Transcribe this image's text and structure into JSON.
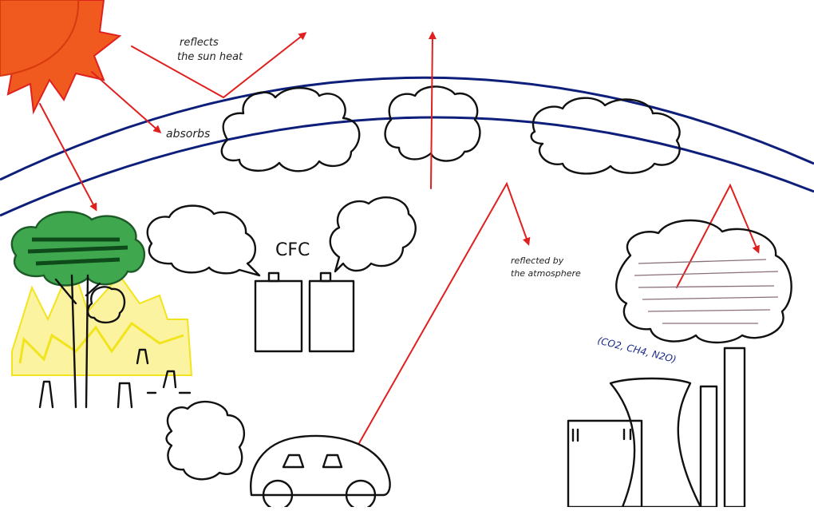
{
  "labels": {
    "reflects_line1": "reflects",
    "reflects_line2": "the sun heat",
    "absorbs": "absorbs",
    "cfc": "CFC",
    "reflected_line1": "reflected by",
    "reflected_line2": "the atmosphere",
    "gases": "(CO2, CH4, N2O)"
  },
  "colors": {
    "sun": "#f05a1e",
    "arrow": "#e0201e",
    "atmosphere": "#0d1f7a",
    "tree_canopy": "#1e7a2c",
    "grass": "#f2e41c",
    "smoke": "#c9aeb6"
  },
  "icons": [
    "sun-icon",
    "tree-icon",
    "cfc-can-icon",
    "car-icon",
    "factory-icon",
    "cloud-icon"
  ]
}
